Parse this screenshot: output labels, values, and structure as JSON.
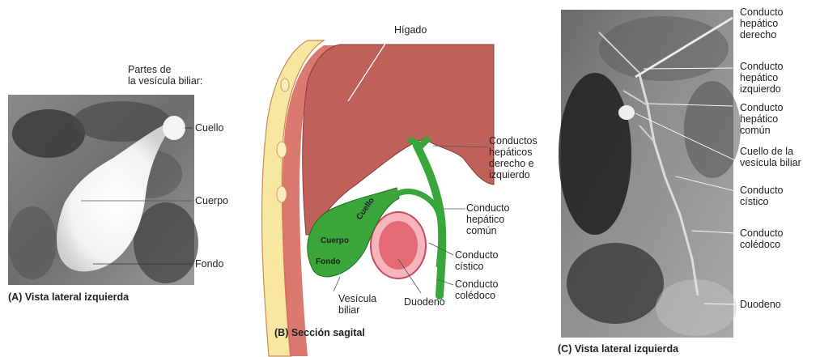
{
  "panelA": {
    "header": "Partes de\nla vesícula biliar:",
    "labels": {
      "cuello": "Cuello",
      "cuerpo": "Cuerpo",
      "fondo": "Fondo"
    },
    "caption": "(A) Vista lateral izquierda"
  },
  "panelB": {
    "labels": {
      "higado": "Hígado",
      "conductos_hepaticos": "Conductos\nhepáticos\nderecho e\nizquierdo",
      "hepatico_comun": "Conducto\nhepático\ncomún",
      "cistico": "Conducto\ncístico",
      "coledoco": "Conducto\ncolédoco",
      "duodeno": "Duodeno",
      "vesicula": "Vesícula\nbiliar",
      "cuello": "Cuello",
      "cuerpo": "Cuerpo",
      "fondo": "Fondo"
    },
    "caption": "(B) Sección sagital"
  },
  "panelC": {
    "labels": {
      "hepatico_derecho": "Conducto\nhepático\nderecho",
      "hepatico_izquierdo": "Conducto\nhepático\nizquierdo",
      "hepatico_comun": "Conducto\nhepático\ncomún",
      "cuello_vesicula": "Cuello de la\nvesícula biliar",
      "cistico": "Conducto\ncístico",
      "coledoco": "Conducto\ncolédoco",
      "duodeno": "Duodeno"
    },
    "caption": "(C) Vista lateral izquierda"
  },
  "colors": {
    "liver": "#c0605a",
    "duct": "#3aa53a",
    "duodenum": "#e46a74",
    "line": "#ffffff"
  }
}
